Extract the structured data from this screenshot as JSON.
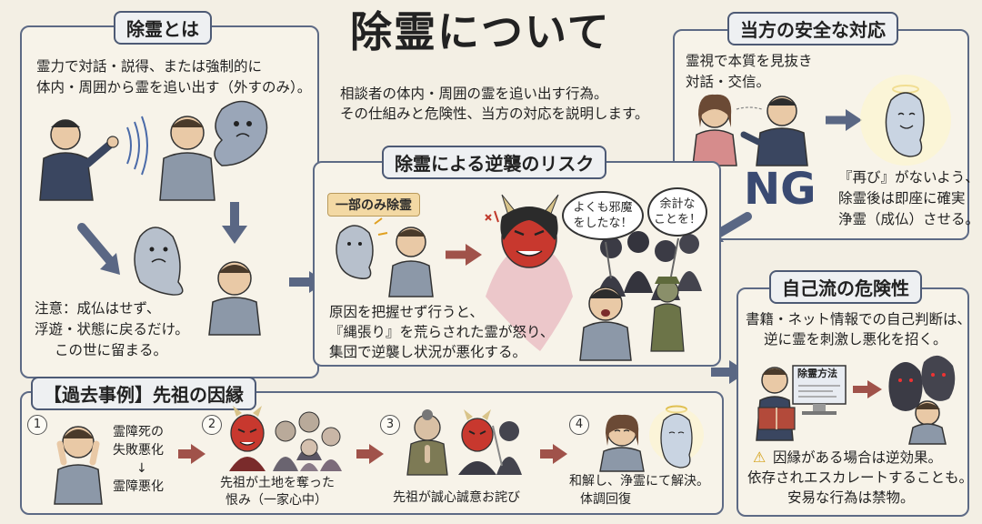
{
  "main_title": "除霊について",
  "subtitle": [
    "相談者の体内・周囲の霊を追い出す行為。",
    "その仕組みと危険性、当方の対応を説明します。"
  ],
  "define": {
    "title": "除霊とは",
    "lines": [
      "霊力で対話・説得、または強制的に",
      "体内・周囲から霊を追い出す（外すのみ）。"
    ],
    "note": [
      "注意：成仏はせず、",
      "浮遊・状態に戻るだけ。",
      "この世に留まる。"
    ]
  },
  "safe": {
    "title": "当方の安全な対応",
    "lines": [
      "霊視で本質を見抜き",
      "対話・交信。"
    ],
    "ng": "NG",
    "ng_text": [
      "『再び』がないよう、",
      "除霊後は即座に確実",
      "浄霊（成仏）させる。"
    ]
  },
  "risk": {
    "title": "除霊による逆襲のリスク",
    "tag": "一部のみ除霊",
    "bubble1": [
      "よくも邪魔",
      "をしたな！"
    ],
    "bubble2": [
      "余計な",
      "ことを！"
    ],
    "lines": [
      "原因を把握せず行うと、",
      "『縄張り』を荒らされた霊が怒り、",
      "集団で逆襲し状況が悪化する。"
    ]
  },
  "self": {
    "title": "自己流の危険性",
    "lines": [
      "書籍・ネット情報での自己判断は、",
      "逆に霊を刺激し悪化を招く。"
    ],
    "screen_label": "除霊方法",
    "warn": [
      "因縁がある場合は逆効果。",
      "依存されエスカレートすることも。",
      "安易な行為は禁物。"
    ]
  },
  "case": {
    "title": "【過去事例】先祖の因縁",
    "steps": [
      {
        "num": "1",
        "lines": [
          "霊障死の",
          "失敗悪化",
          "↓",
          "霊障悪化"
        ]
      },
      {
        "num": "2",
        "lines": [
          "先祖が土地を奪った",
          "恨み（一家心中）"
        ]
      },
      {
        "num": "3",
        "lines": [
          "先祖が誠心誠意お詫び"
        ]
      },
      {
        "num": "4",
        "lines": [
          "和解し、浄霊にて解決。",
          "体調回復"
        ]
      }
    ]
  },
  "colors": {
    "panel_border": "#5d6a85",
    "arrow": "#5a6784",
    "red_arrow": "#a0524a",
    "demon": "#c8382e",
    "ghost": "#9aa6b8"
  }
}
